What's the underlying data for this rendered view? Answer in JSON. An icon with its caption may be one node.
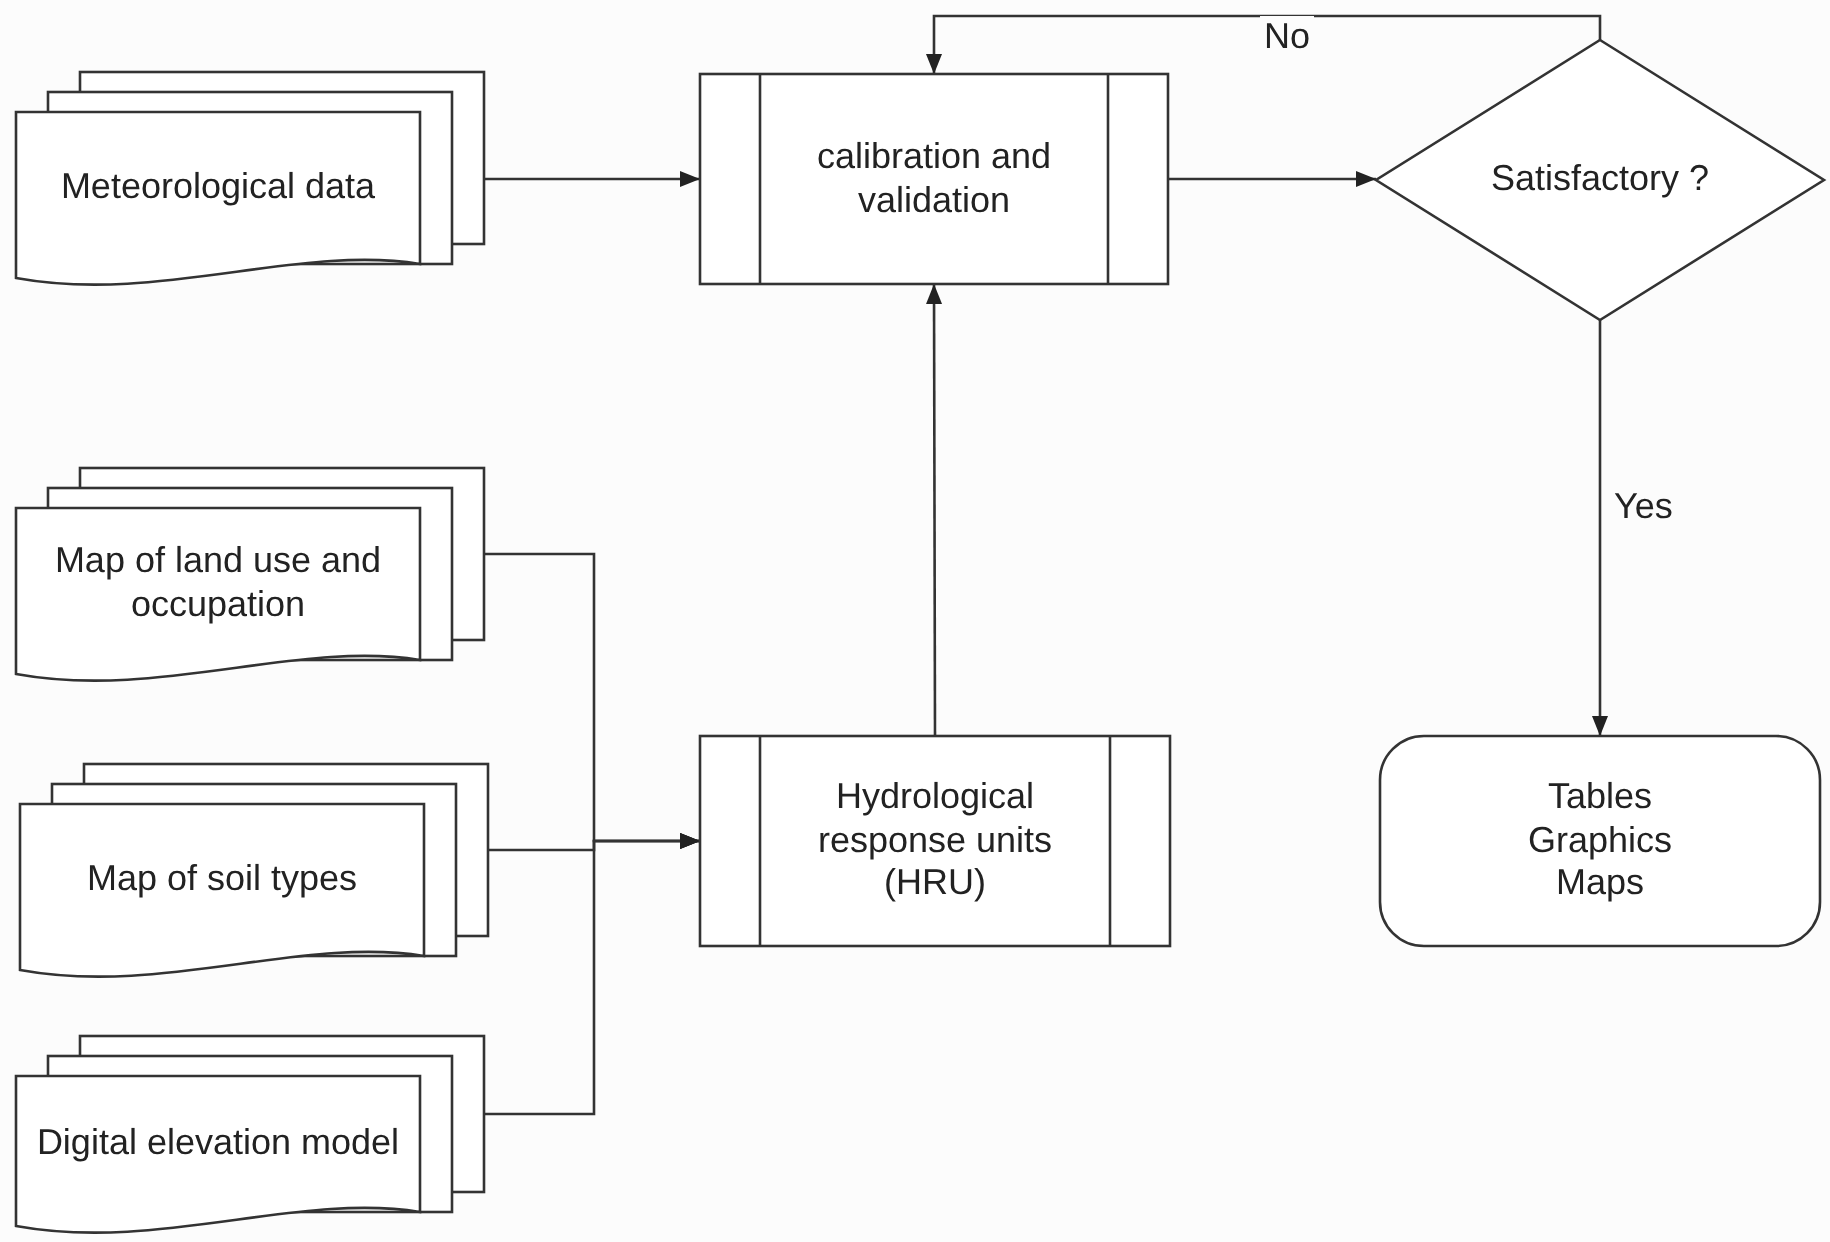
{
  "diagram": {
    "nodes": [
      {
        "text": [
          "Meteorological data"
        ]
      },
      {
        "text": [
          "calibration and validation"
        ]
      },
      {
        "text": [
          "Satisfactory ?"
        ]
      },
      {
        "text": [
          "Map of land use and occupation"
        ]
      },
      {
        "text": [
          "Map of soil types"
        ]
      },
      {
        "text": [
          "Digital elevation model"
        ]
      },
      {
        "text": [
          "Hydrological response units (HRU)"
        ]
      },
      {
        "text": [
          "Tables Graphics Maps"
        ]
      }
    ],
    "edges": [
      {
        "from": 0,
        "to": 1,
        "arrow": "to"
      },
      {
        "from": 1,
        "to": 2,
        "arrow": "to"
      },
      {
        "from": 2,
        "to": 1,
        "arrow": "to",
        "label": "No"
      },
      {
        "from": 2,
        "to": 7,
        "arrow": "to",
        "label": "Yes"
      },
      {
        "from": 6,
        "to": 1,
        "arrow": "to"
      },
      {
        "from": 3,
        "to": 6,
        "arrow": "to"
      },
      {
        "from": 4,
        "to": 6,
        "arrow": "to"
      },
      {
        "from": 5,
        "to": 6,
        "arrow": "to"
      }
    ]
  }
}
